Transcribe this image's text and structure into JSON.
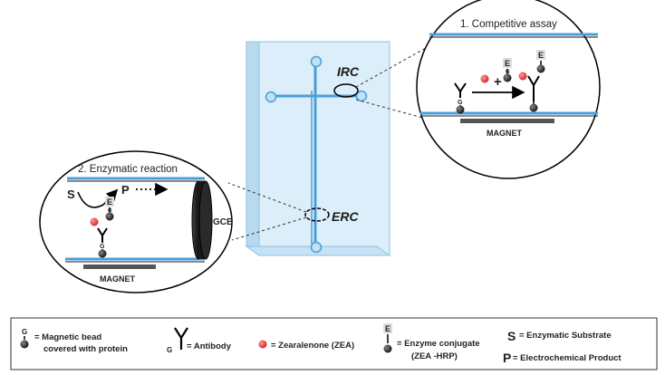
{
  "competitive_panel": {
    "title": "1. Competitive assay",
    "magnet_label": "MAGNET",
    "plus_sign": "+",
    "antibody_g": "G",
    "conjugate_g": "G",
    "enzyme_letter": "E",
    "enzyme_letter_2": "E"
  },
  "chip": {
    "irc_label": "IRC",
    "erc_label": "ERC"
  },
  "enzymatic_panel": {
    "title": "2. Enzymatic reaction",
    "substrate": "S",
    "product": "P",
    "enzyme_letter": "E",
    "conjugate_g": "G",
    "antibody_g": "G",
    "magnet_label": "MAGNET",
    "electrode_label": "GCE"
  },
  "legend": {
    "bead_g": "G",
    "bead_line1": "= Magnetic bead",
    "bead_line2": "covered with protein",
    "antibody_g": "G",
    "antibody_label": "= Antibody",
    "zea_label": "= Zearalenone (ZEA)",
    "enzyme_letter": "E",
    "conjugate_line1": "= Enzyme conjugate",
    "conjugate_line2": "(ZEA -HRP)",
    "substrate_symbol": "S",
    "substrate_label": "= Enzymatic Substrate",
    "product_symbol": "P",
    "product_label": "= Electrochemical Product"
  },
  "colors": {
    "channel_blue": "#4a9fd8",
    "chip_fill": "#dceef9",
    "zea_red": "#e53935",
    "magnet_gray": "#555555"
  }
}
